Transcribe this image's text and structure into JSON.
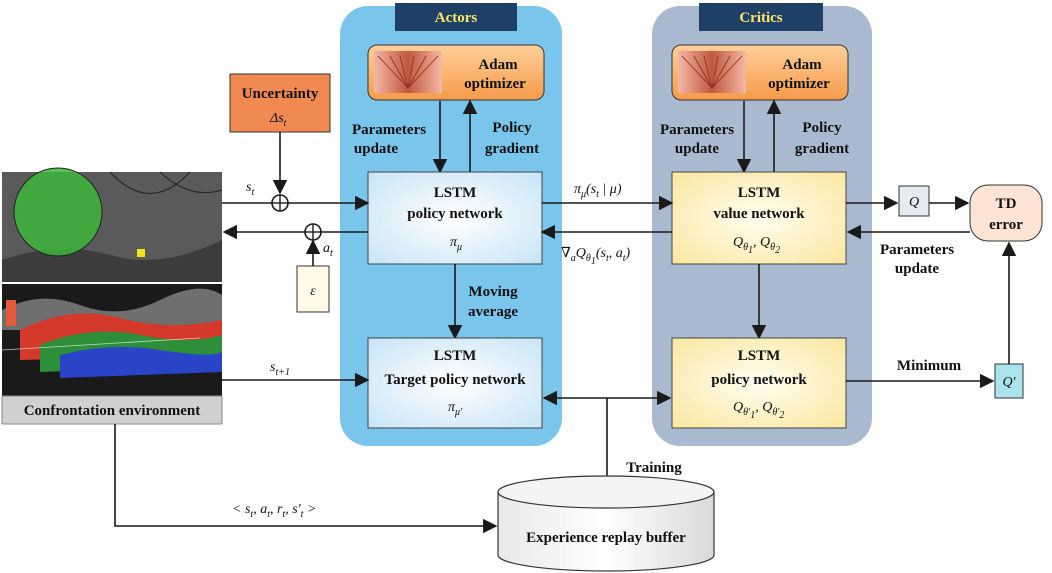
{
  "actors": {
    "header": "Actors",
    "optimizer": [
      "Adam",
      "optimizer"
    ],
    "params_update": [
      "Parameters",
      "update"
    ],
    "policy_gradient": [
      "Policy",
      "gradient"
    ],
    "policy_net": [
      "LSTM",
      "policy network"
    ],
    "policy_sym": "π",
    "policy_sub": "μ",
    "moving_avg": [
      "Moving",
      "average"
    ],
    "target_net": [
      "LSTM",
      "Target policy network"
    ],
    "target_sym": "π",
    "target_sub": "μ'"
  },
  "critics": {
    "header": "Critics",
    "optimizer": [
      "Adam",
      "optimizer"
    ],
    "params_update": [
      "Parameters",
      "update"
    ],
    "policy_gradient": [
      "Policy",
      "gradient"
    ],
    "value_net": [
      "LSTM",
      "value network"
    ],
    "value_sym": "Q",
    "value_subs": [
      "θ",
      "θ"
    ],
    "value_subsub": [
      "1",
      "2"
    ],
    "target_net": [
      "LSTM",
      "policy network"
    ],
    "target_subs": [
      "θ'",
      "θ'"
    ],
    "target_subsub": [
      "1",
      "2"
    ]
  },
  "uncertainty": {
    "title": "Uncertainty",
    "sym": "Δs",
    "sub": "t"
  },
  "noise": {
    "sym": "ε"
  },
  "environment": {
    "label": "Confrontation environment"
  },
  "signals": {
    "s_t": "s",
    "s_t_sub": "t",
    "a_t": "a",
    "a_t_sub": "t",
    "s_t1": "s",
    "s_t1_sub": "t+1",
    "pi_mu": "π",
    "pi_mu_arg": "(s | μ)",
    "grad": "∇",
    "grad_arg": "Q",
    "grad_tail": "(s , a )",
    "q": "Q",
    "q_prime": "Q'"
  },
  "td": {
    "title": "TD",
    "line2": "error",
    "params_update": [
      "Parameters",
      "update"
    ]
  },
  "minimum": "Minimum",
  "training": "Training",
  "buffer": {
    "label": "Experience replay buffer",
    "tuple": "< s , a , r , s' >"
  }
}
